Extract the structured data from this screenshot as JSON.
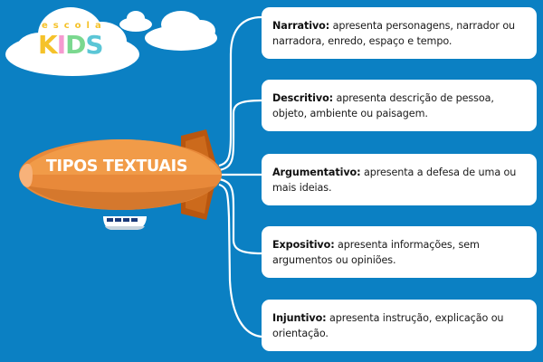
{
  "logo": {
    "top_text": "escola",
    "brand_letters": [
      "K",
      "I",
      "D",
      "S"
    ],
    "brand_colors": [
      "#f5c22a",
      "#f59ad0",
      "#7bd88f",
      "#5bc6d6"
    ]
  },
  "diagram": {
    "center_label": "TIPOS TEXTUAIS",
    "items": [
      {
        "term": "Narrativo:",
        "description": " apresenta personagens, narrador ou narradora, enredo, espaço e tempo."
      },
      {
        "term": "Descritivo:",
        "description": " apresenta descrição de pessoa, objeto, ambiente ou paisagem."
      },
      {
        "term": "Argumentativo:",
        "description": " apresenta a defesa de uma ou mais ideias."
      },
      {
        "term": "Expositivo:",
        "description": " apresenta informações, sem argumentos ou opiniões."
      },
      {
        "term": "Injuntivo:",
        "description": " apresenta instrução, explicação ou orientação."
      }
    ]
  },
  "colors": {
    "background": "#0b80c3",
    "blimp_body": "#ed8f3a",
    "blimp_fin": "#b8560f",
    "box_fill": "#ffffff",
    "connector": "#ffffff"
  }
}
